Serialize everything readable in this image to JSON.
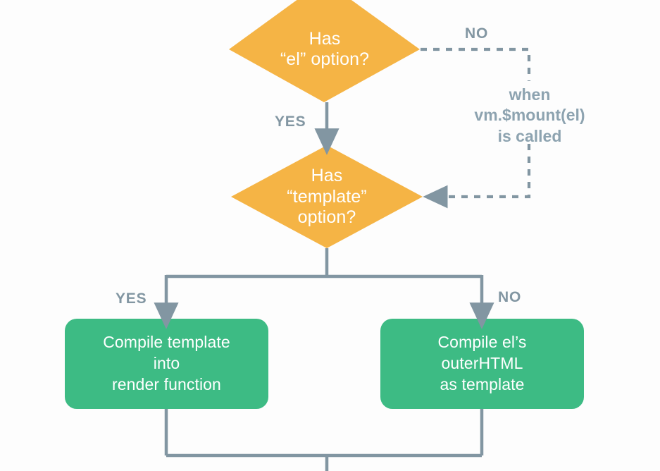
{
  "diagram": {
    "title": "Vue template compilation flowchart",
    "background_color": "#fdfdfd",
    "colors": {
      "decision_fill": "#f5b445",
      "process_fill": "#3dbb84",
      "connector": "#8296a2",
      "label_text": "#8296a2",
      "note_text": "#8da3b0",
      "node_text": "#ffffff"
    },
    "nodes": [
      {
        "id": "has-el-option",
        "type": "decision",
        "label": "Has\n“el” option?"
      },
      {
        "id": "has-template-option",
        "type": "decision",
        "label": "Has\n“template”\noption?"
      },
      {
        "id": "compile-template",
        "type": "process",
        "label": "Compile template\ninto\nrender function"
      },
      {
        "id": "compile-outerhtml",
        "type": "process",
        "label": "Compile el’s\nouterHTML\nas template"
      }
    ],
    "edge_labels": {
      "el_yes": "YES",
      "el_no": "NO",
      "template_yes": "YES",
      "template_no": "NO"
    },
    "notes": {
      "mount_note": "when\nvm.$mount(el)\nis called"
    }
  }
}
